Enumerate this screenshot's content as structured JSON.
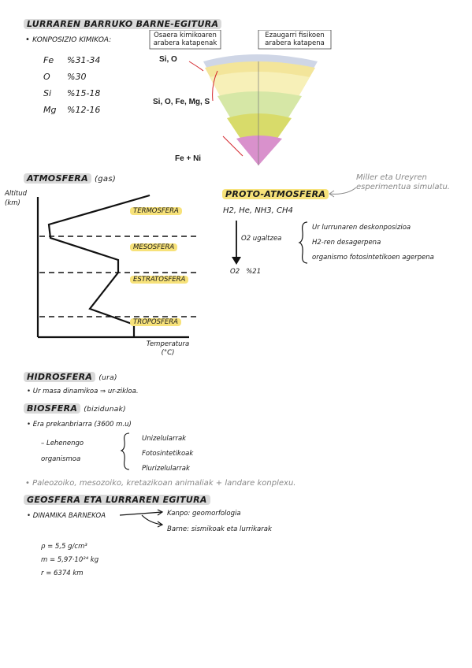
{
  "s1": {
    "title": "Lurraren barruko barne-egitura",
    "bullet": "Konposizio kimikoa:",
    "composition": [
      {
        "el": "Fe",
        "val": "%31-34"
      },
      {
        "el": "O",
        "val": "%30"
      },
      {
        "el": "Si",
        "val": "%15-18"
      },
      {
        "el": "Mg",
        "val": "%12-16"
      }
    ],
    "diagram": {
      "box_left": "Osaera kimikoaren arabera katapenak",
      "box_right": "Ezaugarri fisikoen arabera katapena",
      "label1": "Si, O",
      "label2": "Si, O, Fe, Mg, S",
      "label3": "Fe + Ni"
    }
  },
  "s2": {
    "title": "Atmosfera",
    "paren": "(gas)",
    "axis_y": "Altitud (km)",
    "axis_x": "Temperatura (°C)",
    "layers": [
      "Termosfera",
      "Mesosfera",
      "Estratosfera",
      "Troposfera"
    ],
    "note": "Miller eta Ureyren esperimentua simulatu.",
    "proto_title": "Proto-atmosfera",
    "proto_formula": "H2, He, NH3, CH4",
    "o2_label": "O2 ugaltzea",
    "causes": [
      "Ur lurrunaren deskonposizioa",
      "H2-ren desagerpena",
      "organismo fotosintetikoen agerpena"
    ],
    "o2_result": "O2",
    "o2_pct": "%21"
  },
  "s3": {
    "hidro_title": "Hidrosfera",
    "hidro_paren": "(ura)",
    "hidro_bullet": "Ur masa dinamikoa ⇒ ur-zikloa.",
    "bio_title": "Biosfera",
    "bio_paren": "(bizidunak)",
    "era_line": "Era prekanbriarra (3600 m.u)",
    "org_label": "Lehenengo organismoa",
    "org_items": [
      "Unizelularrak",
      "Fotosintetikoak",
      "Plurizelularrak"
    ],
    "pale": "Paleozoiko, mesozoiko, kretazikoan animaliak + landare konplexu."
  },
  "s4": {
    "title": "Geosfera eta lurraren egitura",
    "bullet": "Dinamika barnekoa",
    "kanpo": "Kanpo: geomorfologia",
    "barne": "Barne: sismikoak eta lurrikarak",
    "stats": [
      "ρ = 5,5 g/cm³",
      "m = 5,97·10²⁴ kg",
      "r = 6374 km"
    ]
  },
  "colors": {
    "highlight_gray": "#d9d9d9",
    "highlight_yellow": "#f7e27a",
    "red": "#d4262c"
  }
}
